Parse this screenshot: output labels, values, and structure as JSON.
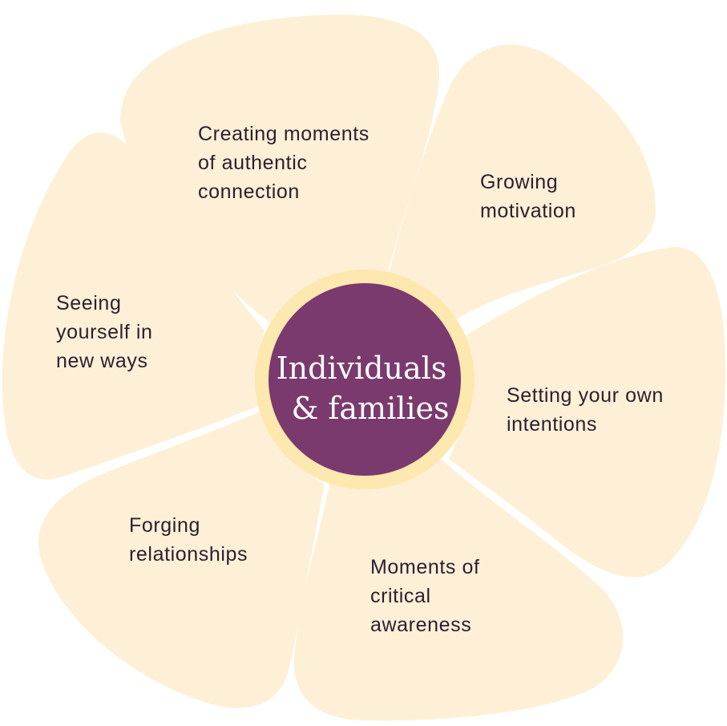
{
  "center": {
    "lines": [
      "Individuals",
      "& families"
    ]
  },
  "petals": [
    {
      "name": "creating-moments",
      "lines": [
        "Creating moments",
        "of authentic",
        "connection"
      ]
    },
    {
      "name": "growing-motivation",
      "lines": [
        "Growing",
        "motivation"
      ]
    },
    {
      "name": "setting-intentions",
      "lines": [
        "Setting your own",
        "intentions"
      ]
    },
    {
      "name": "critical-awareness",
      "lines": [
        "Moments of",
        "critical",
        "awareness"
      ]
    },
    {
      "name": "forging-relationships",
      "lines": [
        "Forging",
        "relationships"
      ]
    },
    {
      "name": "seeing-yourself",
      "lines": [
        "Seeing",
        "yourself in",
        "new ways"
      ]
    }
  ],
  "colors": {
    "petal": "#fdf0d6",
    "center_ring": "#fde8b0",
    "center_disc": "#7a3a6e",
    "center_text": "#ffffff",
    "petal_text": "#2a1f2e"
  }
}
